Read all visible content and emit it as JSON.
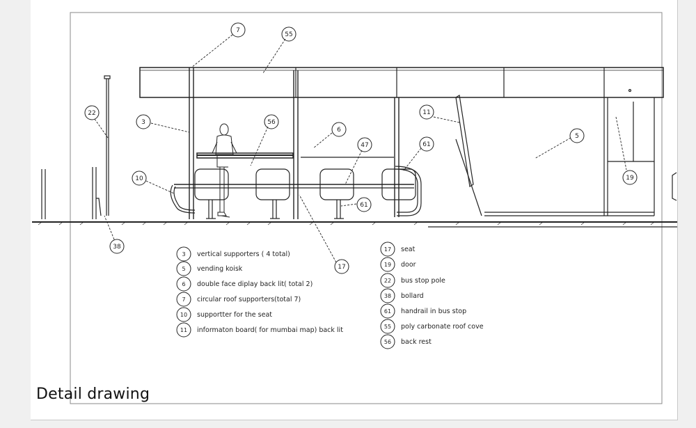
{
  "title": "Detail drawing",
  "colors": {
    "line": "#222222",
    "paper": "#ffffff",
    "frame": "#888888"
  },
  "callouts": [
    "7",
    "55",
    "22",
    "3",
    "56",
    "6",
    "47",
    "61",
    "11",
    "5",
    "19",
    "10",
    "61",
    "17",
    "38"
  ],
  "legend_left": [
    {
      "num": "3",
      "text": "vertical supporters ( 4 total)"
    },
    {
      "num": "5",
      "text": "vending koisk"
    },
    {
      "num": "6",
      "text": "double face diplay back lit( total 2)"
    },
    {
      "num": "7",
      "text": "circular roof supporters(total 7)"
    },
    {
      "num": "10",
      "text": "supportter for the seat"
    },
    {
      "num": "11",
      "text": "informaton board( for mumbai map) back lit"
    }
  ],
  "legend_right": [
    {
      "num": "17",
      "text": "seat"
    },
    {
      "num": "19",
      "text": "door"
    },
    {
      "num": "22",
      "text": "bus stop pole"
    },
    {
      "num": "38",
      "text": "bollard"
    },
    {
      "num": "61",
      "text": "handrail in bus stop"
    },
    {
      "num": "55",
      "text": "poly carbonate roof cove"
    },
    {
      "num": "56",
      "text": "back rest"
    }
  ]
}
